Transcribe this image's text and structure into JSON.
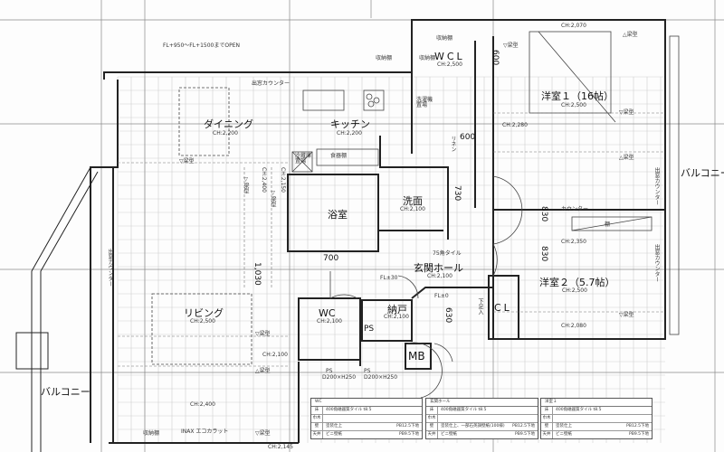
{
  "annotations": {
    "open_note": "FL+950～FL+1500までOPEN",
    "bay_counter_top": "出窓カウンター",
    "bay_counter_left": "出窓カウンター",
    "bay_counter_right1": "出窓カウンター",
    "bay_counter_right2": "出窓カウンター",
    "counter": "カウンター",
    "shelf": "棚",
    "tile75": "75角タイル",
    "fl30": "FL±30",
    "fl0": "FL±0",
    "ps_size1": "D200×H250",
    "ps_size2": "D200×H250",
    "ps1": "PS",
    "ps2": "PS",
    "ps_main": "PS",
    "storage_shelf1": "収納棚",
    "storage_shelf2": "収納棚",
    "storage_shelf3": "収納棚",
    "storage_shelf4": "収納棚",
    "inax": "INAX エコカラット",
    "fridge": "冷蔵庫置場",
    "dish": "食器棚",
    "washer": "洗濯機置場",
    "shoe": "下足入",
    "linen": "リネン",
    "beam1": "▽梁型",
    "beam2": "▽梁型",
    "beam3": "▽梁型",
    "beam4": "△梁型",
    "beam5": "▽梁型",
    "beam6": "▽梁型",
    "beam7": "△梁型",
    "beam8": "▽梁型",
    "beam9": "△梁型",
    "beam_v1": "▽梁型",
    "beam_v2": "▽梁型"
  },
  "rooms": {
    "dining": {
      "name": "ダイニング",
      "ch": "CH:2,200"
    },
    "kitchen": {
      "name": "キッチン",
      "ch": "CH:2,200"
    },
    "wcl": {
      "name": "WCL",
      "ch": "CH:2,500"
    },
    "bedroom1": {
      "name": "洋室１（16帖）",
      "ch": "CH:2,500"
    },
    "bedroom1_ch2": "CH:2,280",
    "bedroom1_ch_top": "CH:2,070",
    "bath": {
      "name": "浴室"
    },
    "wash": {
      "name": "洗面",
      "ch": "CH:2,100"
    },
    "entrance": {
      "name": "玄関ホール",
      "ch": "CH:2,100"
    },
    "bedroom2": {
      "name": "洋室２（5.7帖）",
      "ch": "CH:2,500"
    },
    "bedroom2_ch_top": "CH:2,350",
    "bedroom2_ch_bottom": "CH:2,080",
    "living": {
      "name": "リビング",
      "ch": "CH:2,500"
    },
    "living_ch2": "CH:2,100",
    "living_ch3": "CH:2,400",
    "living_ch4": "CH:2,145",
    "living_ch_v1": "CH:2,400",
    "living_ch_v2": "CH:2,150",
    "wc": {
      "name": "WC",
      "ch": "CH:2,100"
    },
    "storage": {
      "name": "納戸",
      "ch": "CH:2,100"
    },
    "cl": {
      "name": "CL"
    },
    "mb": {
      "name": "MB"
    },
    "balcony_left": {
      "name": "バルコニー"
    },
    "balcony_right": {
      "name": "バルコニー"
    }
  },
  "dimensions": {
    "d600a": "600",
    "d600b": "600",
    "d730": "730",
    "d830a": "830",
    "d830b": "830",
    "d700": "700",
    "d1030": "1,030",
    "d630": "630"
  },
  "finish_tables": [
    {
      "title": "WC",
      "rows": [
        {
          "k": "床",
          "v": "400角磁器質タイル t8.5",
          "n": ""
        },
        {
          "k": "巾木",
          "v": "",
          "n": ""
        },
        {
          "k": "壁",
          "v": "塗装仕上",
          "n": "PB12.5下地"
        },
        {
          "k": "天井",
          "v": "ビニ壁紙",
          "n": "PB9.5下地"
        }
      ]
    },
    {
      "title": "玄関ホール",
      "rows": [
        {
          "k": "床",
          "v": "400角磁器質タイル t8.5",
          "n": ""
        },
        {
          "k": "巾木",
          "v": "",
          "n": ""
        },
        {
          "k": "壁",
          "v": "塗装仕上、一部石英調壁紙(100様)",
          "n": "PB12.5下地"
        },
        {
          "k": "天井",
          "v": "ビニ壁紙",
          "n": "PB9.5下地"
        }
      ]
    },
    {
      "title": "洋室１",
      "rows": [
        {
          "k": "床",
          "v": "400角磁器質タイル t8.5",
          "n": ""
        },
        {
          "k": "巾木",
          "v": "",
          "n": ""
        },
        {
          "k": "壁",
          "v": "塗装仕上",
          "n": "PB12.5下地"
        },
        {
          "k": "天井",
          "v": "ビニ壁紙",
          "n": "PB9.5下地"
        }
      ]
    }
  ]
}
